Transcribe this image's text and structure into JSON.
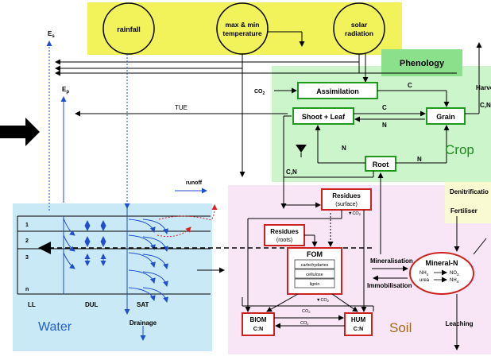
{
  "drivers": {
    "rainfall": "rainfall",
    "temp_line1": "max & min",
    "temp_line2": "temperature",
    "solar_line1": "solar",
    "solar_line2": "radiation"
  },
  "crop": {
    "phenology": "Phenology",
    "assimilation": "Assimilation",
    "shoot_leaf": "Shoot + Leaf",
    "grain": "Grain",
    "root": "Root",
    "zone_label": "Crop",
    "harvest": "Harvest",
    "co2_sym": "CO",
    "co2_sub": "2",
    "c1": "C",
    "c2": "C",
    "n1": "N",
    "n2": "N",
    "n3": "N",
    "cn1": "C,N",
    "cn2": "C,N"
  },
  "water": {
    "es": "E",
    "es_sub": "s",
    "ep": "E",
    "ep_sub": "p",
    "tue": "TUE",
    "runoff": "runoff",
    "layers": [
      "1",
      "2",
      "3",
      "n"
    ],
    "ll": "LL",
    "dul": "DUL",
    "sat": "SAT",
    "drainage": "Drainage",
    "zone_label": "Water"
  },
  "soil": {
    "residues_surface_title": "Residues",
    "residues_surface_sub": "(surface)",
    "residues_roots_title": "Residues",
    "residues_roots_sub": "(roots)",
    "fom": "FOM",
    "fom_parts": [
      "carbohydartes",
      "cellulose",
      "lignin"
    ],
    "biom": "BIOM",
    "biom_sub": "C:N",
    "hum": "HUM",
    "hum_sub": "C:N",
    "co2_label": "CO",
    "co2_sub": "2",
    "mineralisation": "Mineralisation",
    "immobilisation": "Immobilisation",
    "mineral_n": "Mineral-N",
    "nh4": "NH",
    "nh4_sub": "4",
    "no3": "NO",
    "no3_sub": "3",
    "urea": "urea",
    "denitrification": "Denitrificatio",
    "fertiliser": "Fertiliser",
    "leaching": "Leaching",
    "zone_label": "Soil"
  },
  "colors": {
    "drivers_bg": "#f2f25a",
    "crop_bg": "#ccf5cc",
    "phenology_bg": "#8be08b",
    "water_bg": "#c8e9f5",
    "soil_bg": "#f8e6f6",
    "fert_bg": "#fafad2",
    "green_box": "#1f9a1f",
    "red_box": "#cc2222",
    "blue_arrow": "#1f4fd0",
    "crop_text": "#1c8a1c",
    "water_text": "#1f5ed0",
    "soil_text": "#a06a1a"
  }
}
